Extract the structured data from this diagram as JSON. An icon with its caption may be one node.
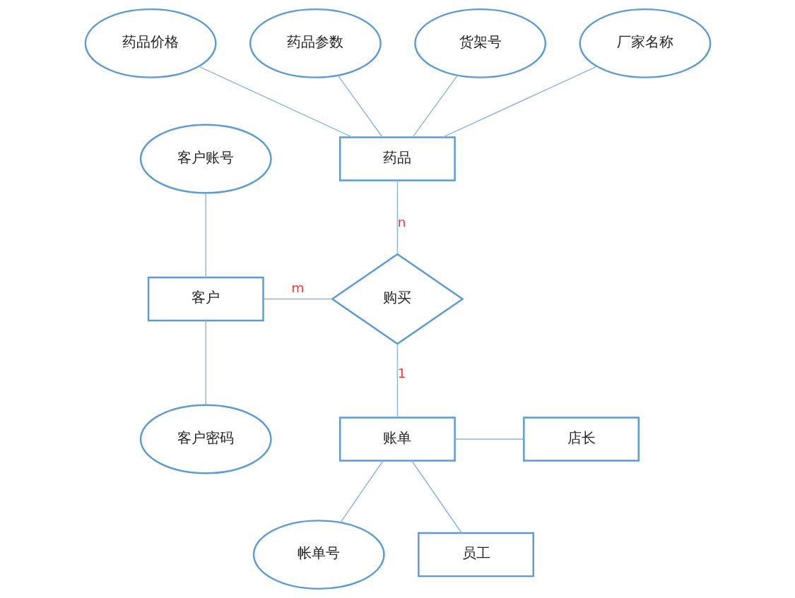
{
  "diagram": {
    "nodes": [
      {
        "text": [
          "药品价格"
        ]
      },
      {
        "text": [
          "药品参数"
        ]
      },
      {
        "text": [
          "货架号"
        ]
      },
      {
        "text": [
          "厂家名称"
        ]
      },
      {
        "text": [
          "药品"
        ]
      },
      {
        "text": [
          "客户账号"
        ]
      },
      {
        "text": [
          "客户"
        ]
      },
      {
        "text": [
          "购买"
        ]
      },
      {
        "text": [
          "客户密码"
        ]
      },
      {
        "text": [
          "店长"
        ]
      },
      {
        "text": [
          "账单"
        ]
      },
      {
        "text": [
          "员工"
        ]
      },
      {
        "text": [
          "帐单号"
        ]
      }
    ],
    "edges": [
      {
        "from": 0,
        "to": 4,
        "arrow": "none"
      },
      {
        "from": 1,
        "to": 4,
        "arrow": "none"
      },
      {
        "from": 2,
        "to": 4,
        "arrow": "none"
      },
      {
        "from": 3,
        "to": 4,
        "arrow": "none"
      },
      {
        "from": 5,
        "to": 6,
        "arrow": "none"
      },
      {
        "from": 6,
        "to": 8,
        "arrow": "none"
      },
      {
        "from": 6,
        "to": 7,
        "label": "m",
        "arrow": "none"
      },
      {
        "from": 4,
        "to": 7,
        "label": "n",
        "arrow": "none"
      },
      {
        "from": 7,
        "to": 10,
        "label": "1",
        "arrow": "none"
      },
      {
        "from": 10,
        "to": 12,
        "arrow": "none"
      },
      {
        "from": 10,
        "to": 9,
        "arrow": "none"
      },
      {
        "from": 10,
        "to": 11,
        "arrow": "none"
      }
    ]
  }
}
